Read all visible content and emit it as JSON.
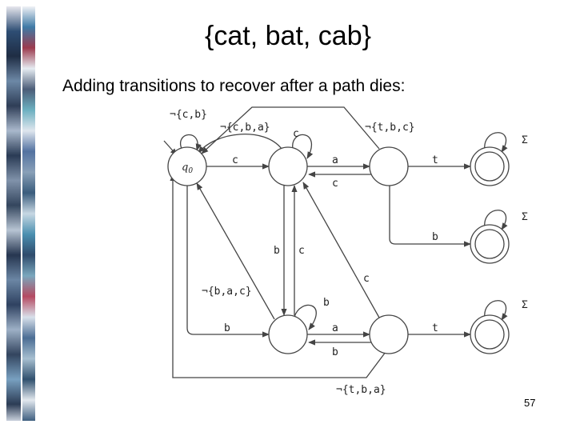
{
  "slide": {
    "title": "{cat, bat, cab}",
    "subtitle": "Adding transitions to recover after a path dies:",
    "page_number": "57"
  },
  "diagram": {
    "start_state_label": "q",
    "start_state_subscript": "0",
    "sigma": "Σ",
    "labels": {
      "q0_self": "¬{c,b}",
      "back_c_to_q0": "¬{c,b,a}",
      "c_self": "c",
      "back_ca_to_q0": "¬{t,b,c}",
      "q0_to_c": "c",
      "c_to_ca": "a",
      "ca_to_c": "c",
      "ca_to_cat": "t",
      "ca_to_cab": "b",
      "c_to_b": "b",
      "b_to_c": "c",
      "ba_to_c": "c",
      "back_b_to_q0": "¬{b,a,c}",
      "b_self": "b",
      "q0_to_b": "b",
      "b_to_ba": "a",
      "ba_to_b": "b",
      "ba_to_bat": "t",
      "back_ba_to_q0": "¬{t,b,a}"
    }
  }
}
